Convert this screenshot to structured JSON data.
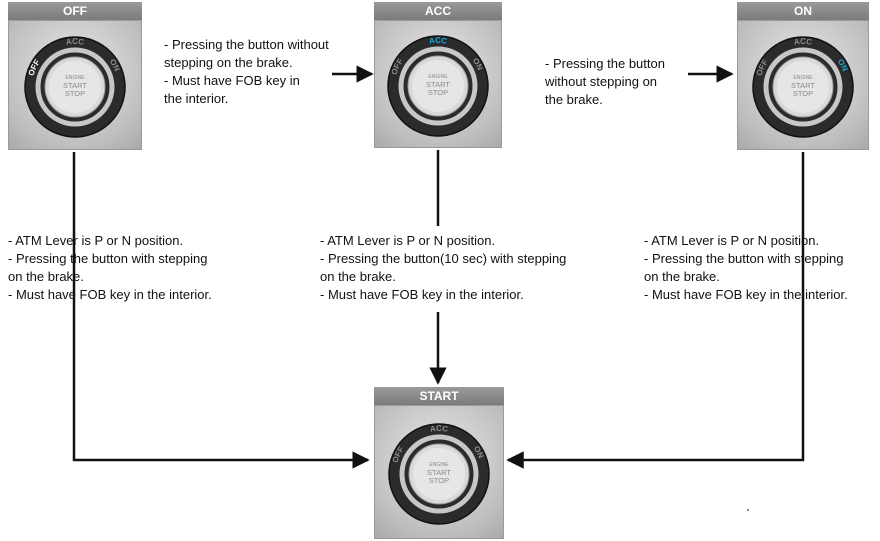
{
  "states": {
    "off": {
      "label": "OFF",
      "highlight": "OFF"
    },
    "acc": {
      "label": "ACC",
      "highlight": "ACC"
    },
    "on": {
      "label": "ON",
      "highlight": "ON"
    },
    "start": {
      "label": "START",
      "highlight": ""
    }
  },
  "ring_labels": {
    "off": "OFF",
    "acc": "ACC",
    "on": "ON"
  },
  "button_text": {
    "line1": "ENGINE",
    "line2": "START",
    "line3": "STOP"
  },
  "colors": {
    "highlight": "#18a6e0",
    "arrow": "#111111"
  },
  "notes": {
    "off_to_acc": "- Pressing the button without\nstepping on the brake.\n- Must have FOB key in\nthe interior.",
    "acc_to_on": "- Pressing the button\nwithout stepping on\nthe brake.",
    "from_off": "- ATM Lever is P or N position.\n- Pressing the button with stepping\non the brake.\n- Must have FOB key in the interior.",
    "from_acc": "- ATM Lever is P or N position.\n- Pressing the button(10 sec) with stepping\non the brake.\n- Must have FOB key in the interior.",
    "from_on": "- ATM Lever is P or N position.\n- Pressing the button with stepping\non the brake.\n- Must have FOB key in the interior."
  }
}
